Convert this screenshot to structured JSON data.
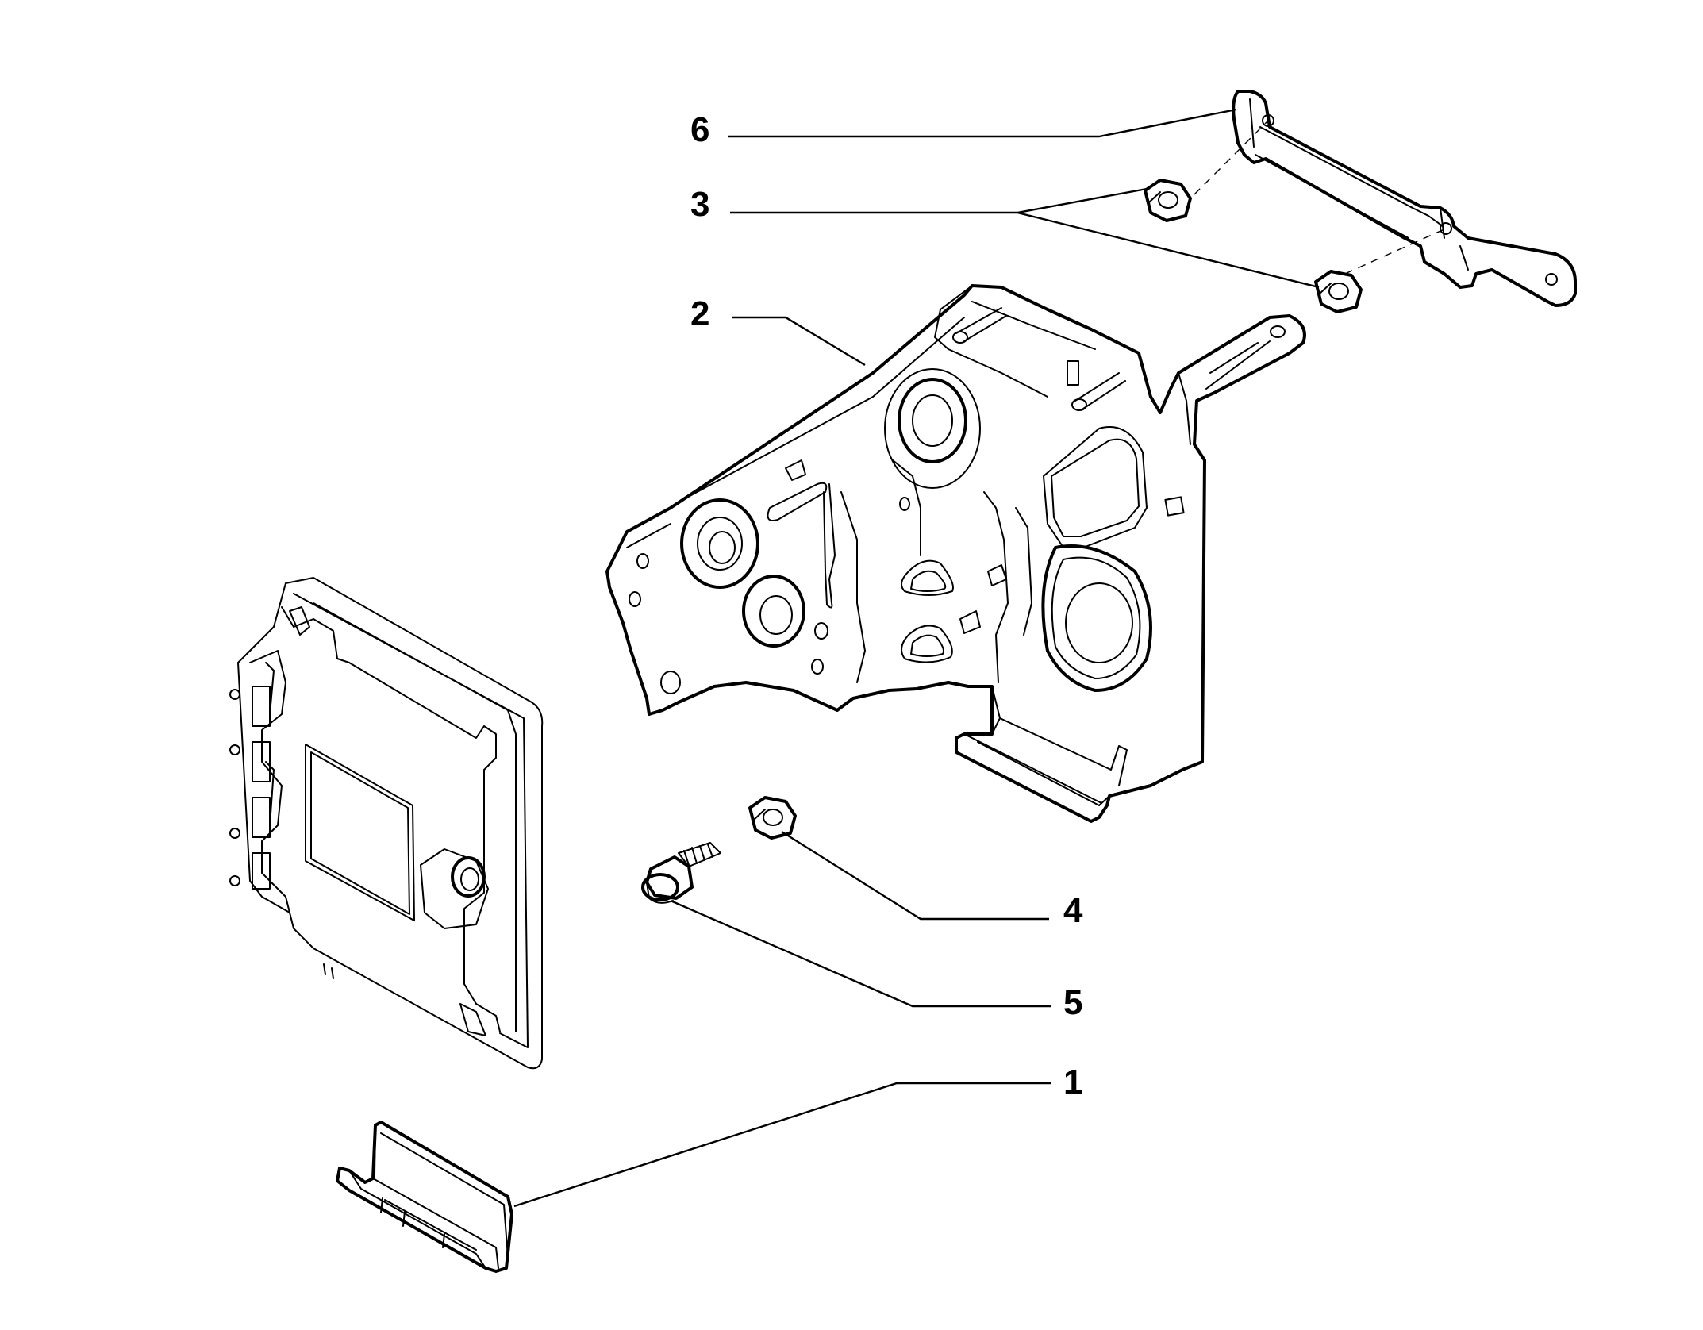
{
  "diagram": {
    "line_color": "#000000",
    "fill_color": "#ffffff",
    "callouts": [
      {
        "id": "callout-6",
        "label": "6"
      },
      {
        "id": "callout-3",
        "label": "3"
      },
      {
        "id": "callout-2",
        "label": "2"
      },
      {
        "id": "callout-4",
        "label": "4"
      },
      {
        "id": "callout-5",
        "label": "5"
      },
      {
        "id": "callout-1",
        "label": "1"
      }
    ]
  }
}
